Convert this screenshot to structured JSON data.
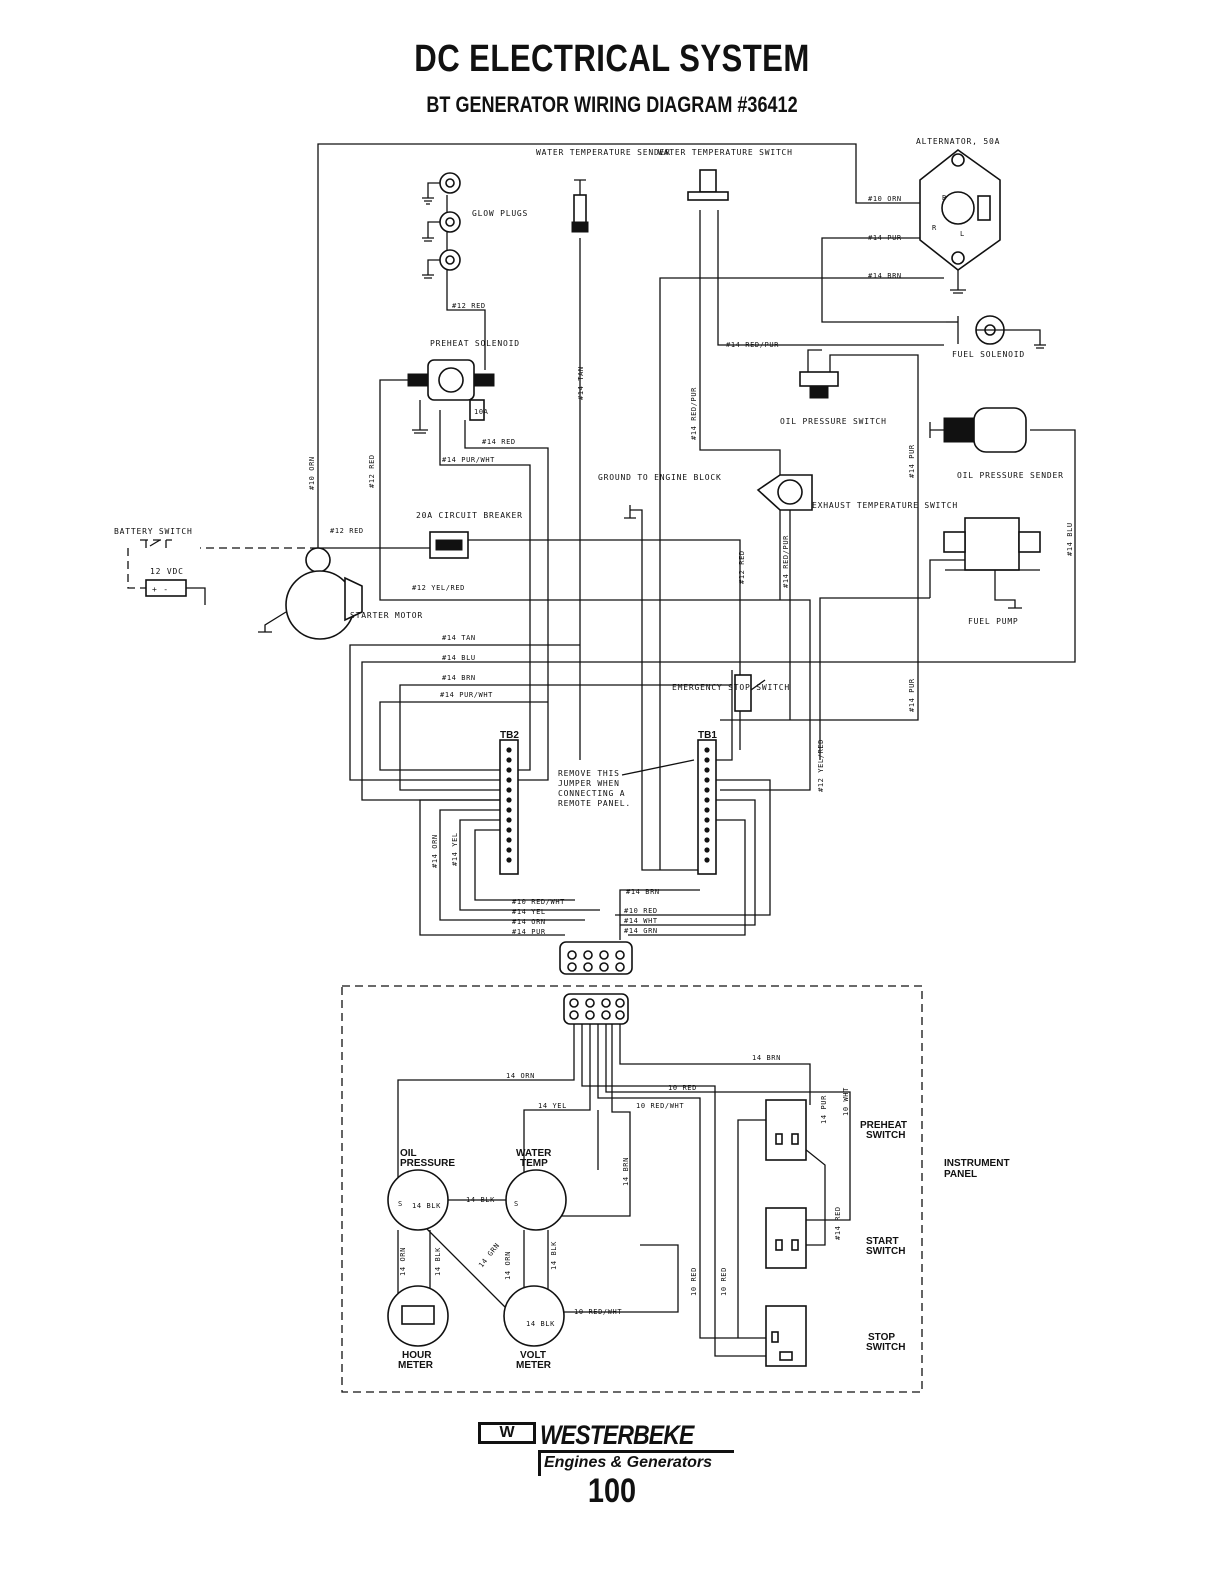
{
  "title": "DC ELECTRICAL SYSTEM",
  "subtitle": "BT GENERATOR WIRING DIAGRAM #36412",
  "labels": {
    "water_temp_sender": "WATER TEMPERATURE SENDER",
    "water_temp_switch": "WATER TEMPERATURE SWITCH",
    "alternator": "ALTERNATOR, 50A",
    "glow_plugs": "GLOW PLUGS",
    "preheat_solenoid": "PREHEAT SOLENOID",
    "fuel_solenoid": "FUEL SOLENOID",
    "oil_pressure_switch": "OIL PRESSURE SWITCH",
    "oil_pressure_sender": "OIL PRESSURE SENDER",
    "exhaust_temp_switch": "EXHAUST TEMPERATURE SWITCH",
    "ground_to_engine_block": "GROUND TO ENGINE BLOCK",
    "circuit_breaker": "20A CIRCUIT BREAKER",
    "battery_switch": "BATTERY SWITCH",
    "battery": "12 VDC",
    "starter_motor": "STARTER MOTOR",
    "fuel_pump": "FUEL PUMP",
    "emergency_stop": "EMERGENCY STOP SWITCH",
    "remove_jumper": "REMOVE THIS JUMPER WHEN CONNECTING A REMOTE PANEL.",
    "tb2": "TB2",
    "tb1": "TB1",
    "fuse_10a": "10A",
    "instrument_panel": "INSTRUMENT PANEL",
    "oil_pressure_gauge": "OIL PRESSURE",
    "water_temp_gauge": "WATER TEMP",
    "hour_meter": "HOUR METER",
    "volt_meter": "VOLT METER",
    "preheat_switch": "PREHEAT SWITCH",
    "start_switch": "START SWITCH",
    "stop_switch": "STOP SWITCH"
  },
  "wires": {
    "w10_orn_alt": "#10 ORN",
    "w14_pur_alt": "#14 PUR",
    "w14_brn_alt": "#14 BRN",
    "w12_red_glow": "#12 RED",
    "w14_red_pur_top": "#14 RED/PUR",
    "w14_tan_v": "#14 TAN",
    "w14_red_pur_v": "#14 RED/PUR",
    "w10_orn_v": "#10 ORN",
    "w12_red_v": "#12 RED",
    "w14_red": "#14 RED",
    "w14_pur_wht": "#14 PUR/WHT",
    "w12_red_batt": "#12 RED",
    "w12_yel_red": "#12 YEL/RED",
    "w14_pur_v": "#14 PUR",
    "w14_blu_v": "#14 BLU",
    "w12_red_v2": "#12 RED",
    "w14_red_pur_v2": "#14 RED/PUR",
    "w14_tan_h": "#14 TAN",
    "w14_blu_h": "#14 BLU",
    "w14_brn_h": "#14 BRN",
    "w14_pur_wht_h": "#14 PUR/WHT",
    "w14_pur_v2": "#14 PUR",
    "w12_yel_red_v": "#12 YEL/RED",
    "w14_orn_v": "#14 ORN",
    "w14_yel_v": "#14 YEL",
    "w14_brn_tb": "#14 BRN",
    "w10_red_wht": "#10 RED/WHT",
    "w14_yel": "#14 YEL",
    "w14_orn": "#14 ORN",
    "w14_pur": "#14 PUR",
    "w10_red": "#10 RED",
    "w14_wht": "#14 WHT",
    "w14_grn": "#14 GRN",
    "p14_brn": "14 BRN",
    "p14_orn": "14 ORN",
    "p10_red": "10 RED",
    "p14_yel": "14 YEL",
    "p10_red_wht": "10 RED/WHT",
    "p14_blk_1": "14 BLK",
    "p14_blk_2": "14 BLK",
    "p14_blk_3": "14 BLK",
    "p14_blk_4": "14 BLK",
    "p14_grn": "14 GRN",
    "p14_orn_v": "14 ORN",
    "p14_blk_v": "14 BLK",
    "p14_orn_v2": "14 ORN",
    "p14_blk_v2": "14 BLK",
    "p14_brn_v": "14 BRN",
    "p10_red_v": "10 RED",
    "p10_red_v2": "10 RED",
    "p14_pur_v": "14 PUR",
    "p10_wht_v": "10 WHT",
    "p14_red_v": "#14 RED",
    "p10_red_wht_2": "10 RED/WHT"
  },
  "logo": {
    "name": "WESTERBEKE",
    "tagline": "Engines & Generators",
    "mark": "W"
  },
  "page_number": "100"
}
